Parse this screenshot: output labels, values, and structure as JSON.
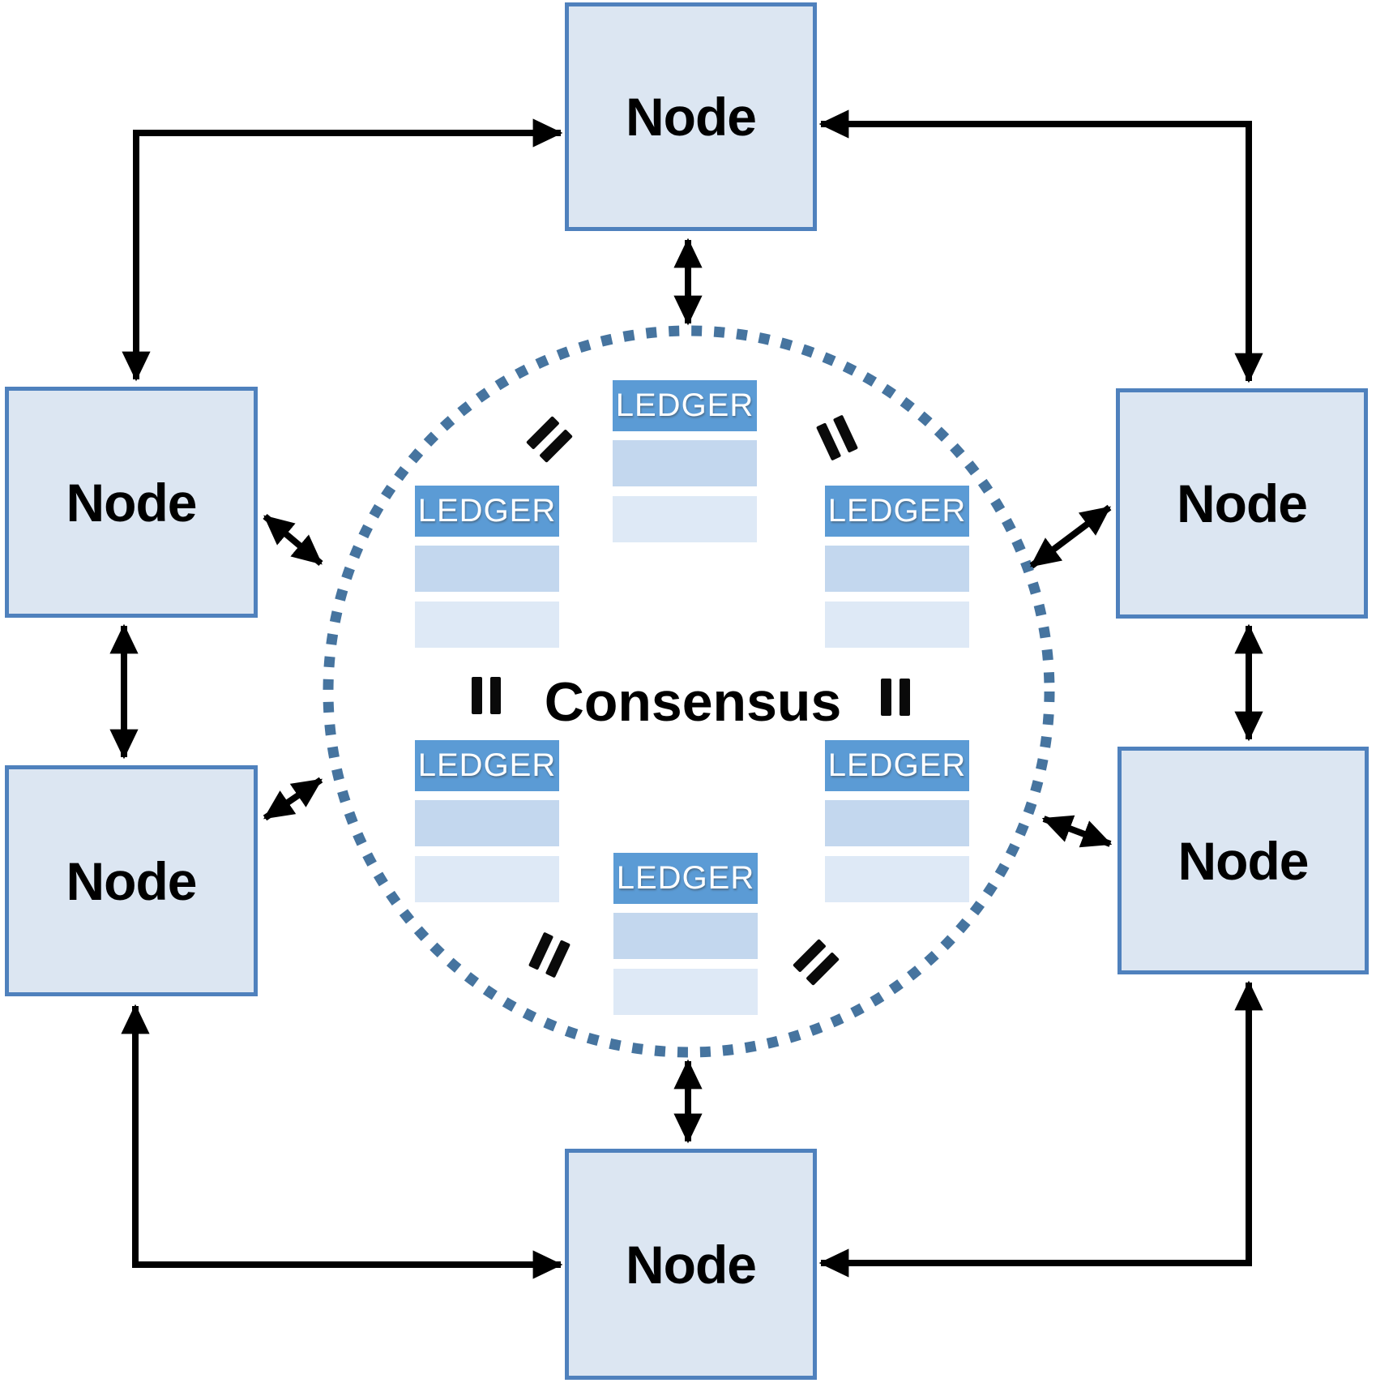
{
  "consensus": {
    "label": "Consensus"
  },
  "nodes": [
    {
      "id": "top",
      "label": "Node"
    },
    {
      "id": "left-upper",
      "label": "Node"
    },
    {
      "id": "right-upper",
      "label": "Node"
    },
    {
      "id": "left-lower",
      "label": "Node"
    },
    {
      "id": "right-lower",
      "label": "Node"
    },
    {
      "id": "bottom",
      "label": "Node"
    }
  ],
  "ledgers": [
    {
      "id": "top-center",
      "label": "LEDGER"
    },
    {
      "id": "upper-left",
      "label": "LEDGER"
    },
    {
      "id": "upper-right",
      "label": "LEDGER"
    },
    {
      "id": "lower-left",
      "label": "LEDGER"
    },
    {
      "id": "lower-right",
      "label": "LEDGER"
    },
    {
      "id": "bottom-center",
      "label": "LEDGER"
    }
  ],
  "equals_signs": [
    {
      "id": "upper-left",
      "glyph": "="
    },
    {
      "id": "upper-right",
      "glyph": "="
    },
    {
      "id": "left-middle",
      "glyph": "="
    },
    {
      "id": "right-middle",
      "glyph": "="
    },
    {
      "id": "lower-left",
      "glyph": "="
    },
    {
      "id": "lower-right",
      "glyph": "="
    }
  ],
  "colors": {
    "node_fill": "#dce6f2",
    "node_border": "#4f81bd",
    "ledger_header": "#5b9bd5",
    "ledger_row_1": "#c3d7ee",
    "ledger_row_2": "#dee9f6",
    "circle_dots": "#46749f",
    "arrow": "#000000",
    "ledger_text": "#ffffff",
    "label_text": "#000000"
  }
}
